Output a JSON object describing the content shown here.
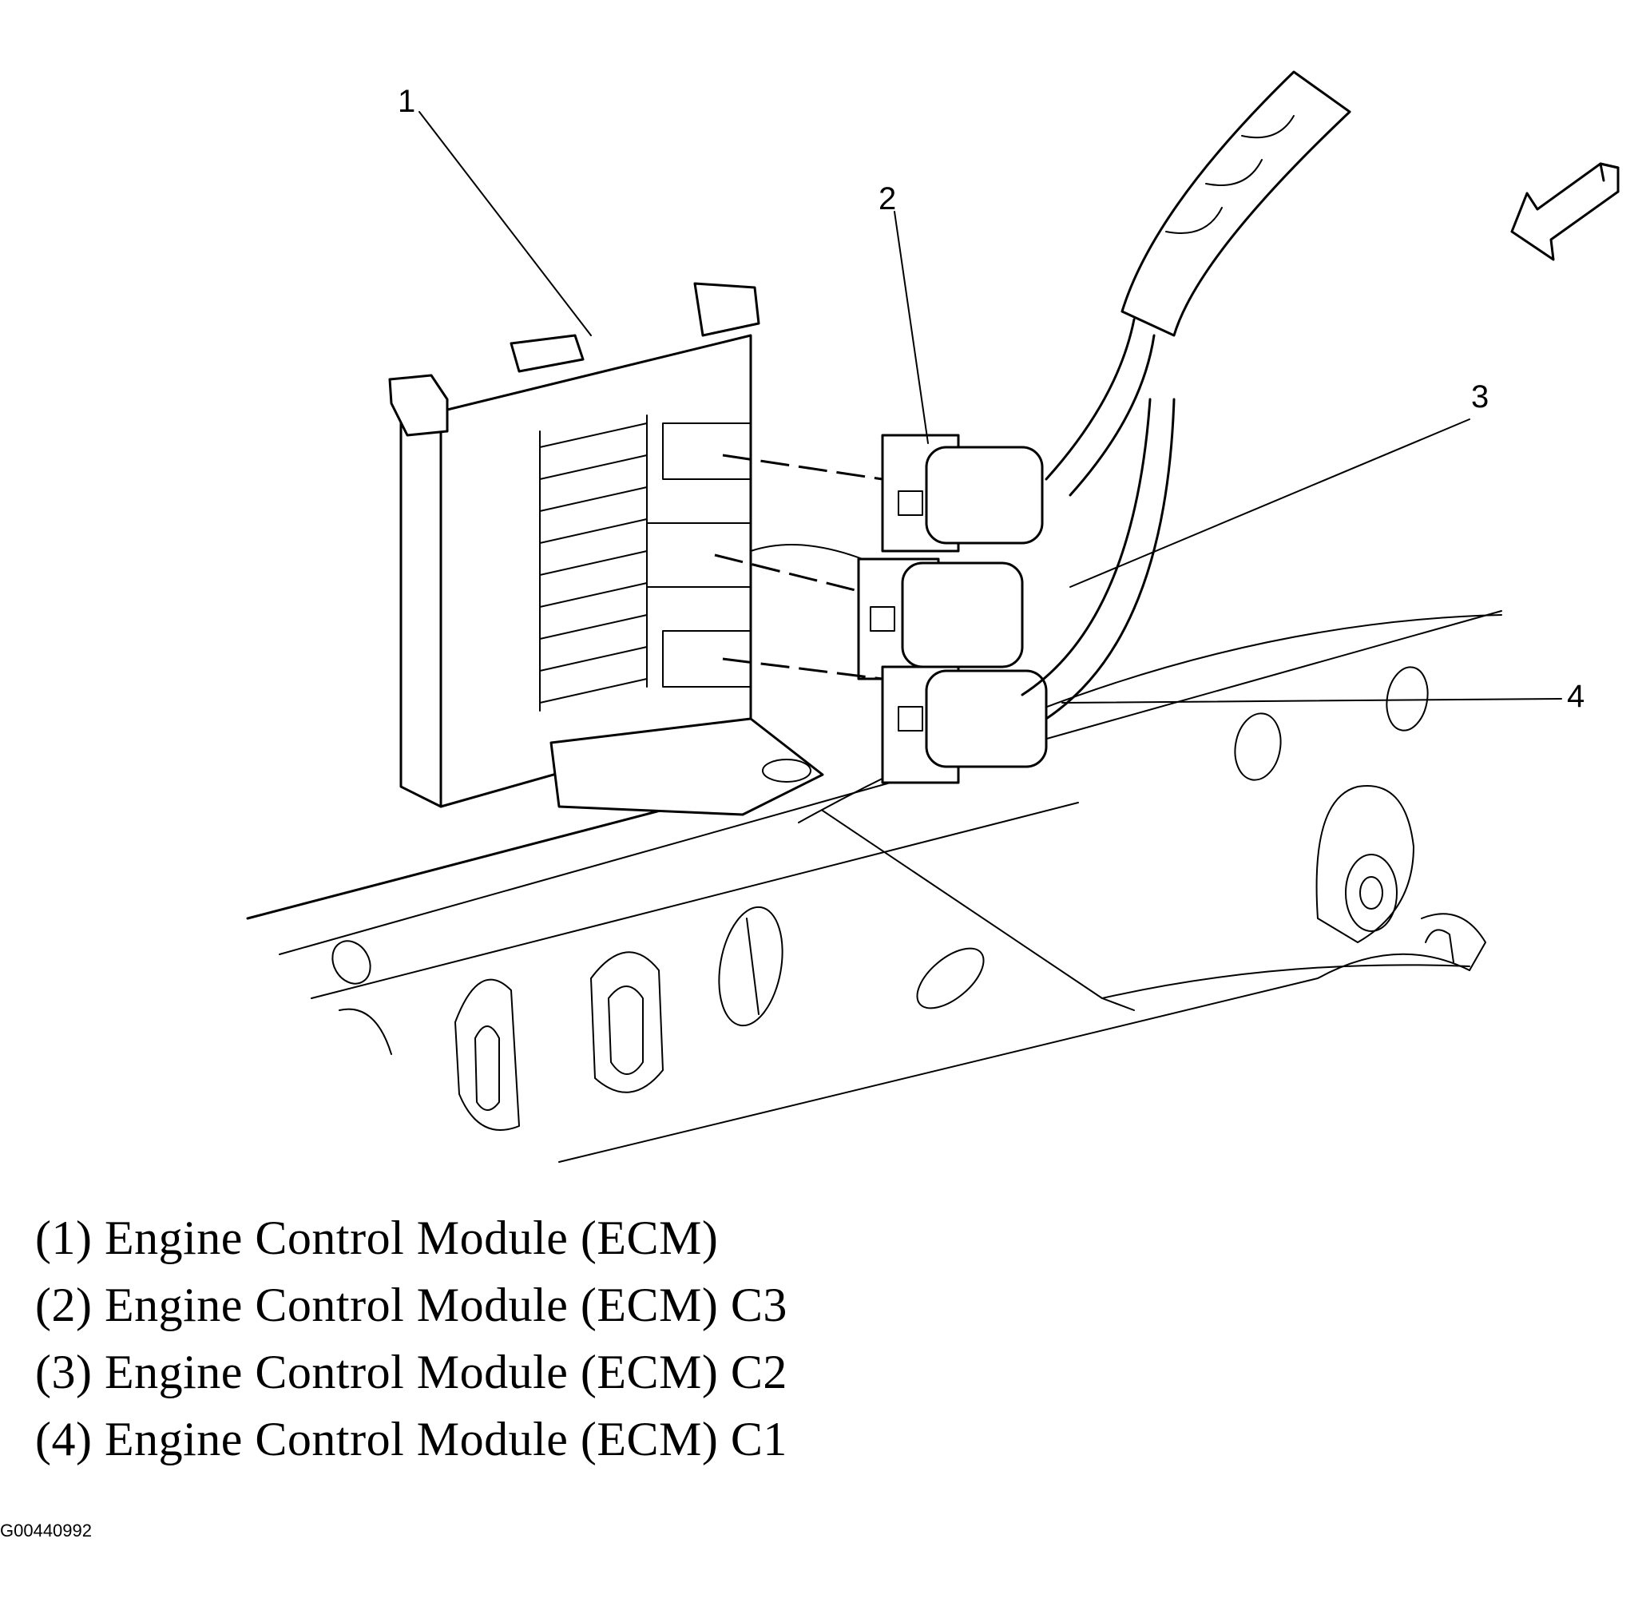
{
  "callouts": [
    {
      "number": "1",
      "label": "Engine Control Module (ECM)"
    },
    {
      "number": "2",
      "label": "Engine Control Module (ECM) C3"
    },
    {
      "number": "3",
      "label": "Engine Control Module (ECM) C2"
    },
    {
      "number": "4",
      "label": "Engine Control Module (ECM) C1"
    }
  ],
  "legend": [
    "(1) Engine Control Module (ECM)",
    "(2) Engine Control Module (ECM) C3",
    "(3) Engine Control Module (ECM) C2",
    "(4) Engine Control Module (ECM) C1"
  ],
  "figure_id": "G00440992",
  "icons": {
    "view_arrow": "arrow-down-left-icon"
  }
}
